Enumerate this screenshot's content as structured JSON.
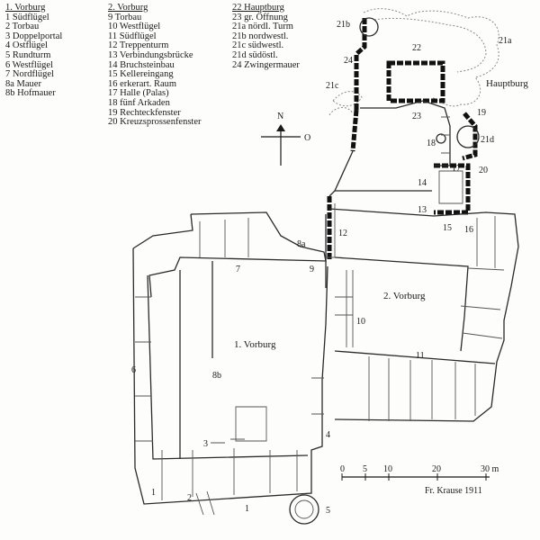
{
  "legend": {
    "col1": {
      "heading": "1. Vorburg",
      "items": [
        "1 Südflügel",
        "2 Torbau",
        "3 Doppelportal",
        "4 Ostflügel",
        "5 Rundturm",
        "6 Westflügel",
        "7 Nordflügel",
        "8a Mauer",
        "8b Hofmauer"
      ]
    },
    "col2": {
      "heading": "2. Vorburg",
      "items": [
        "9 Torbau",
        "10 Westflügel",
        "11 Südflügel",
        "12 Treppenturm",
        "13 Verbindungsbrücke",
        "14 Bruchsteinbau",
        "15 Kellereingang",
        "16 erkerart. Raum",
        "17 Halle (Palas)",
        "18 fünf Arkaden",
        "19 Rechteckfenster",
        "20 Kreuzsprossenfenster"
      ]
    },
    "col3": {
      "heading": "22 Hauptburg",
      "items": [
        "23 gr. Öffnung",
        "21a nördl. Turm",
        "21b nordwestl.",
        "21c südwestl.",
        "21d südöstl.",
        "24 Zwingermauer"
      ]
    }
  },
  "map": {
    "labels": {
      "n1": "1",
      "n1b": "1",
      "n2": "2",
      "n3": "3",
      "n4": "4",
      "n5": "5",
      "n6": "6",
      "n7": "7",
      "n8a": "8a",
      "n8b": "8b",
      "n9": "9",
      "n10": "10",
      "n11": "11",
      "n12": "12",
      "n13": "13",
      "n14": "14",
      "n15": "15",
      "n16": "16",
      "n17": "17",
      "n18": "18",
      "n19": "19",
      "n20": "20",
      "n21a": "21a",
      "n21b": "21b",
      "n21c": "21c",
      "n21d": "21d",
      "n22": "22",
      "n23": "23",
      "n24": "24",
      "vorburg1": "1. Vorburg",
      "vorburg2": "2. Vorburg",
      "hauptburg": "Hauptburg"
    },
    "compass": {
      "north": "N",
      "east": "O"
    },
    "scale": {
      "ticks": [
        "0",
        "5",
        "10",
        "20",
        "30 m"
      ]
    },
    "credit": "Fr. Krause 1911"
  }
}
